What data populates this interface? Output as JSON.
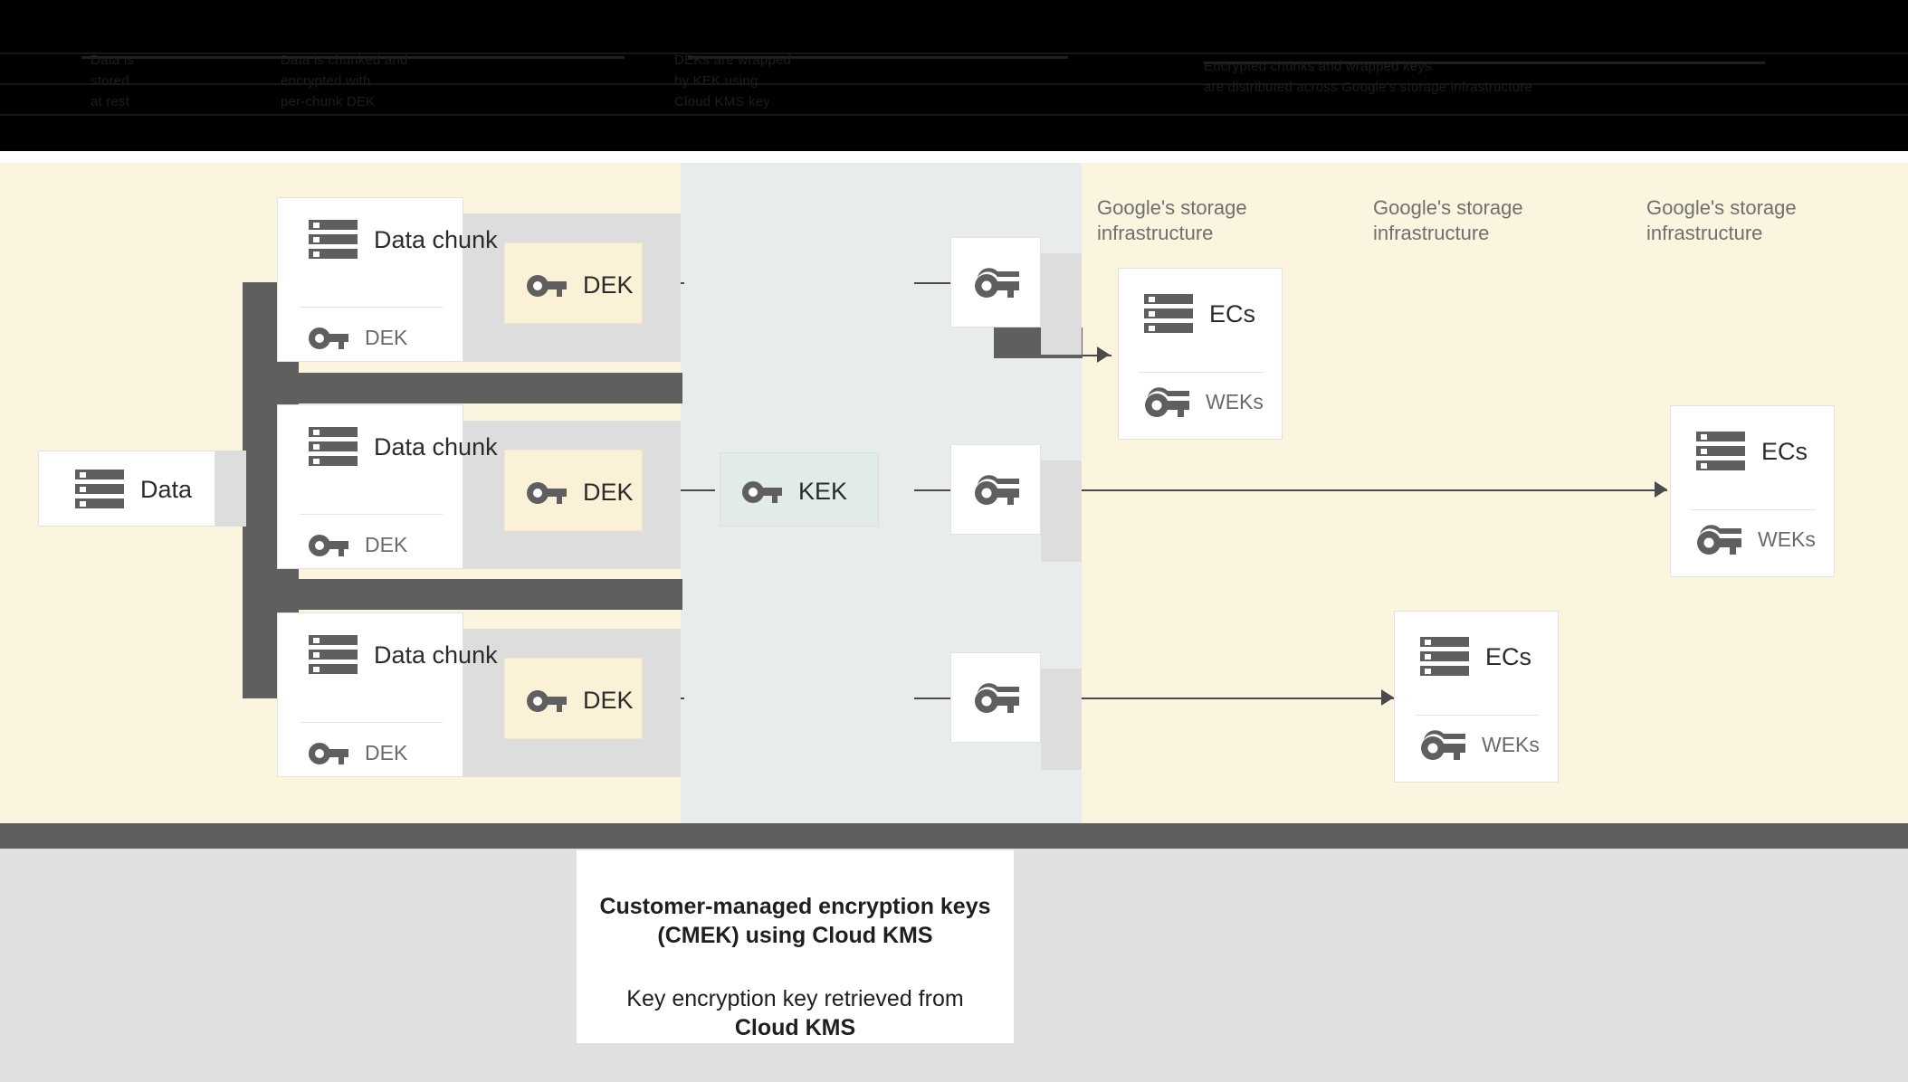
{
  "topbar": {
    "obscured": true,
    "lines": [
      "Data is\nstored\nat rest",
      "Data is chunked and\nencrypted with\nper-chunk DEK",
      "DEKs are wrapped\nby KEK using\nCloud KMS key",
      "Encrypted chunks and wrapped keys\nare distributed across Google's storage infrastructure"
    ]
  },
  "diagram": {
    "source": {
      "label": "Data",
      "icon": "storage-icon"
    },
    "chunks": [
      {
        "title": "Data chunk",
        "icon": "storage-icon",
        "key_label": "DEK",
        "key_icon": "key-icon"
      },
      {
        "title": "Data chunk",
        "icon": "storage-icon",
        "key_label": "DEK",
        "key_icon": "key-icon"
      },
      {
        "title": "Data chunk",
        "icon": "storage-icon",
        "key_label": "DEK",
        "key_icon": "key-icon"
      }
    ],
    "deks": [
      {
        "label": "DEK",
        "icon": "key-icon"
      },
      {
        "label": "DEK",
        "icon": "key-icon"
      },
      {
        "label": "DEK",
        "icon": "key-icon"
      }
    ],
    "kek": {
      "label": "KEK",
      "icon": "key-icon"
    },
    "wrapped_keys": [
      {
        "icon": "double-key-icon"
      },
      {
        "icon": "double-key-icon"
      },
      {
        "icon": "double-key-icon"
      }
    ],
    "storage_labels": [
      "Google's storage\ninfrastructure",
      "Google's storage\ninfrastructure",
      "Google's storage\ninfrastructure"
    ],
    "storage_cards": [
      {
        "title": "ECs",
        "title_icon": "storage-icon",
        "key_label": "WEKs",
        "key_icon": "double-key-icon"
      },
      {
        "title": "ECs",
        "title_icon": "storage-icon",
        "key_label": "WEKs",
        "key_icon": "double-key-icon"
      },
      {
        "title": "ECs",
        "title_icon": "storage-icon",
        "key_label": "WEKs",
        "key_icon": "double-key-icon"
      }
    ]
  },
  "caption": {
    "line1": "Customer-managed encryption keys",
    "line2": "(CMEK) using Cloud KMS",
    "line3": "Key encryption key retrieved from",
    "line4": "Cloud KMS"
  },
  "colors": {
    "band_bg": "#fbf4de",
    "mid_panel": "#e8ecec",
    "kek_fill": "#e1ece6",
    "dek_fill": "#fbf1d7",
    "occlusion": "#5f5f5f",
    "icon": "#5f5f5f",
    "bottom_bg": "#e0e0e0"
  }
}
